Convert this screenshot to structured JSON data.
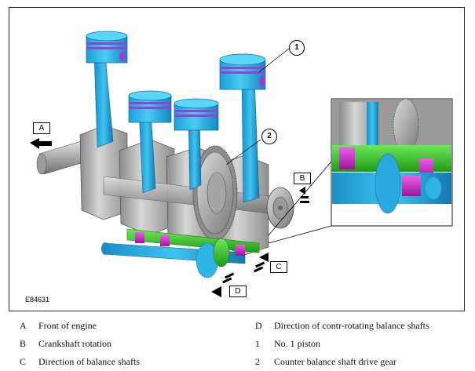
{
  "figure": {
    "id": "E84631",
    "callouts": {
      "A": "A",
      "B": "B",
      "C": "C",
      "D": "D",
      "one": "1",
      "two": "2"
    }
  },
  "legend": [
    {
      "key": "A",
      "text": "Front of engine"
    },
    {
      "key": "B",
      "text": "Crankshaft rotation"
    },
    {
      "key": "C",
      "text": "Direction of balance shafts"
    },
    {
      "key": "D",
      "text": "Direction of contr-rotating balance shafts"
    },
    {
      "key": "1",
      "text": "No. 1 piston"
    },
    {
      "key": "2",
      "text": "Counter balance shaft drive gear"
    }
  ],
  "colors": {
    "piston": "#29b9ef",
    "ring": "#9b3fcf",
    "crank": "#b8b8b8",
    "gear_green": "#3fd42f",
    "magenta": "#d12bd1"
  }
}
